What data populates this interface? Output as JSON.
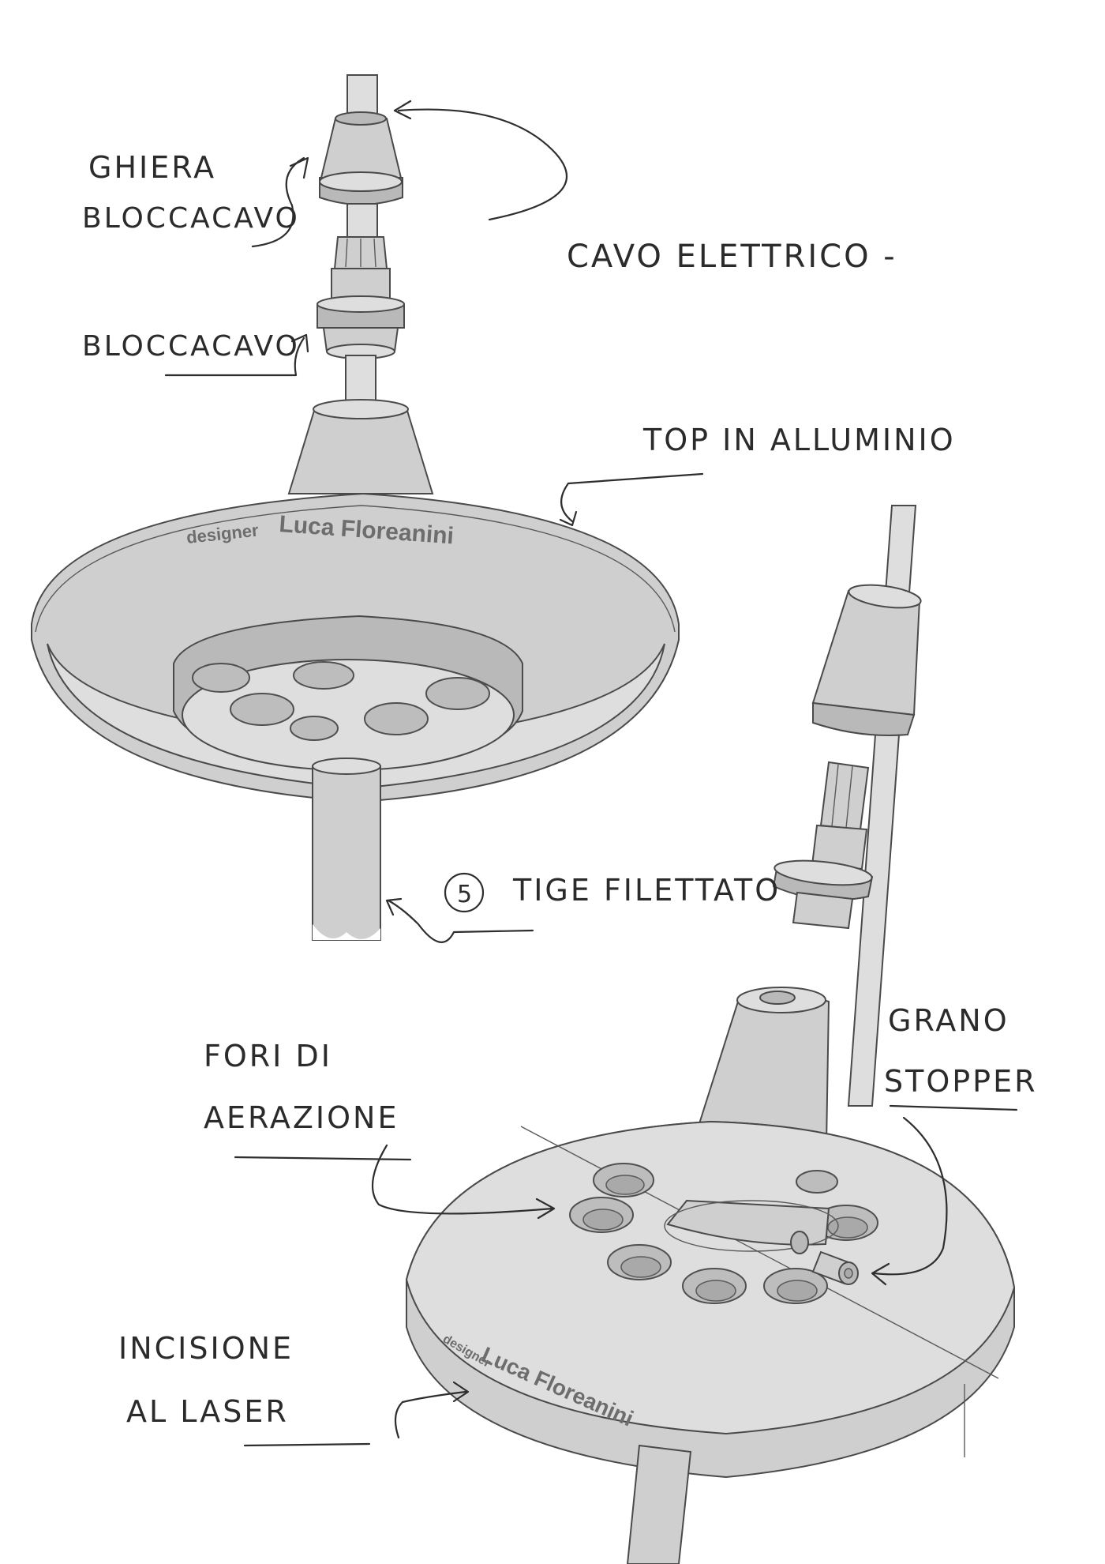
{
  "labels": {
    "ghiera_line1": "GHIERA",
    "ghiera_line2": "BLOCCACAVO",
    "cavo": "CAVO ELETTRICO -",
    "bloccacavo": "BLOCCACAVO",
    "top": "TOP IN ALLUMINIO",
    "tige_number": "5",
    "tige": "TIGE FILETTATO",
    "fori_line1": "FORI DI",
    "fori_line2": "AERAZIONE",
    "grano_line1": "GRANO",
    "grano_line2": "STOPPER",
    "incisione_line1": "INCISIONE",
    "incisione_line2": "AL LASER"
  },
  "engraving": {
    "prefix": "designer",
    "name": "Luca Floreanini"
  },
  "colors": {
    "body": "#cfcfcf",
    "outline": "#4a4a4a",
    "ink": "#2e2e2e",
    "engraving": "#6d6d6d"
  }
}
